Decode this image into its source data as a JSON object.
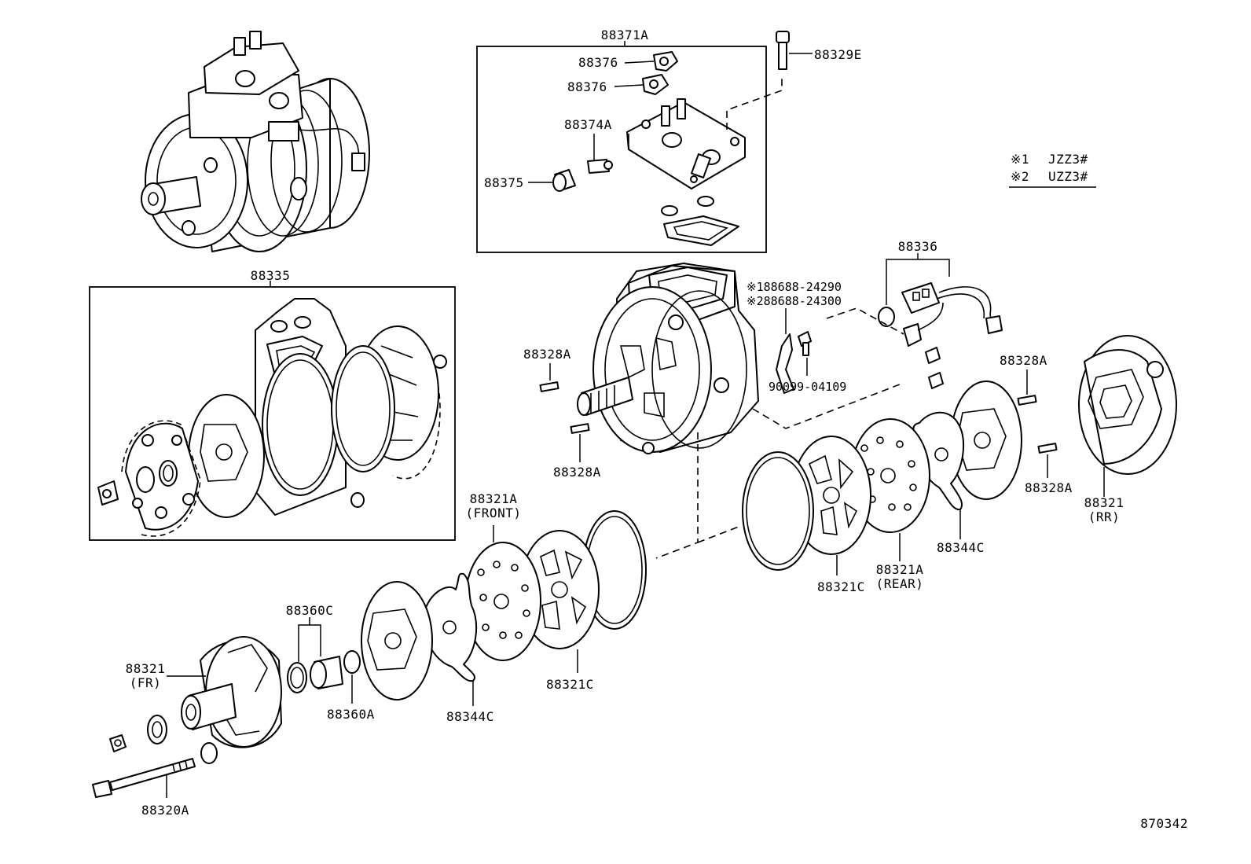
{
  "diagram_id": "870342",
  "legend": [
    {
      "mark": "※1",
      "model": "JZZ3#"
    },
    {
      "mark": "※2",
      "model": "UZZ3#"
    }
  ],
  "labels": {
    "l88371A": "88371A",
    "l88376a": "88376",
    "l88376b": "88376",
    "l88374A": "88374A",
    "l88375": "88375",
    "l88329E": "88329E",
    "l88335": "88335",
    "l88336": "88336",
    "bracket1": "※188688-24290",
    "bracket2": "※288688-24300",
    "l90099": "90099-04109",
    "l88328A_1": "88328A",
    "l88328A_2": "88328A",
    "l88328A_3": "88328A",
    "l88328A_4": "88328A",
    "l88321RR": "88321",
    "l88321RR_sub": "(RR)",
    "l88321A_front": "88321A",
    "l88321A_front_sub": "(FRONT)",
    "l88321A_rear": "88321A",
    "l88321A_rear_sub": "(REAR)",
    "l88321C_1": "88321C",
    "l88321C_2": "88321C",
    "l88344C_1": "88344C",
    "l88344C_2": "88344C",
    "l88360C": "88360C",
    "l88360A": "88360A",
    "l88321FR": "88321",
    "l88321FR_sub": "(FR)",
    "l88320A": "88320A"
  },
  "icons": [
    "compressor-assembly",
    "control-valve",
    "shaft-seal",
    "valve-plate",
    "cylinder-head",
    "o-ring",
    "bolt",
    "pin",
    "wire-harness"
  ]
}
